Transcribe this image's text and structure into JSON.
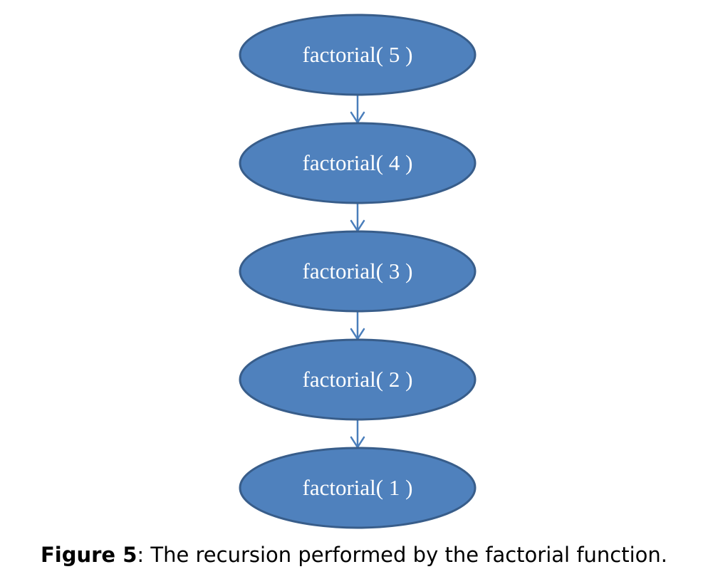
{
  "diagram": {
    "nodes": [
      {
        "label": "factorial( 5 )"
      },
      {
        "label": "factorial( 4 )"
      },
      {
        "label": "factorial( 3 )"
      },
      {
        "label": "factorial( 2 )"
      },
      {
        "label": "factorial( 1 )"
      }
    ],
    "edges": [
      {
        "from": 0,
        "to": 1
      },
      {
        "from": 1,
        "to": 2
      },
      {
        "from": 2,
        "to": 3
      },
      {
        "from": 3,
        "to": 4
      }
    ],
    "colors": {
      "node_fill": "#4f81bd",
      "node_stroke": "#385d8a",
      "arrow": "#4a7ebb",
      "label": "#ffffff"
    }
  },
  "caption": {
    "label": "Figure 5",
    "text": ": The recursion performed by the factorial function."
  }
}
